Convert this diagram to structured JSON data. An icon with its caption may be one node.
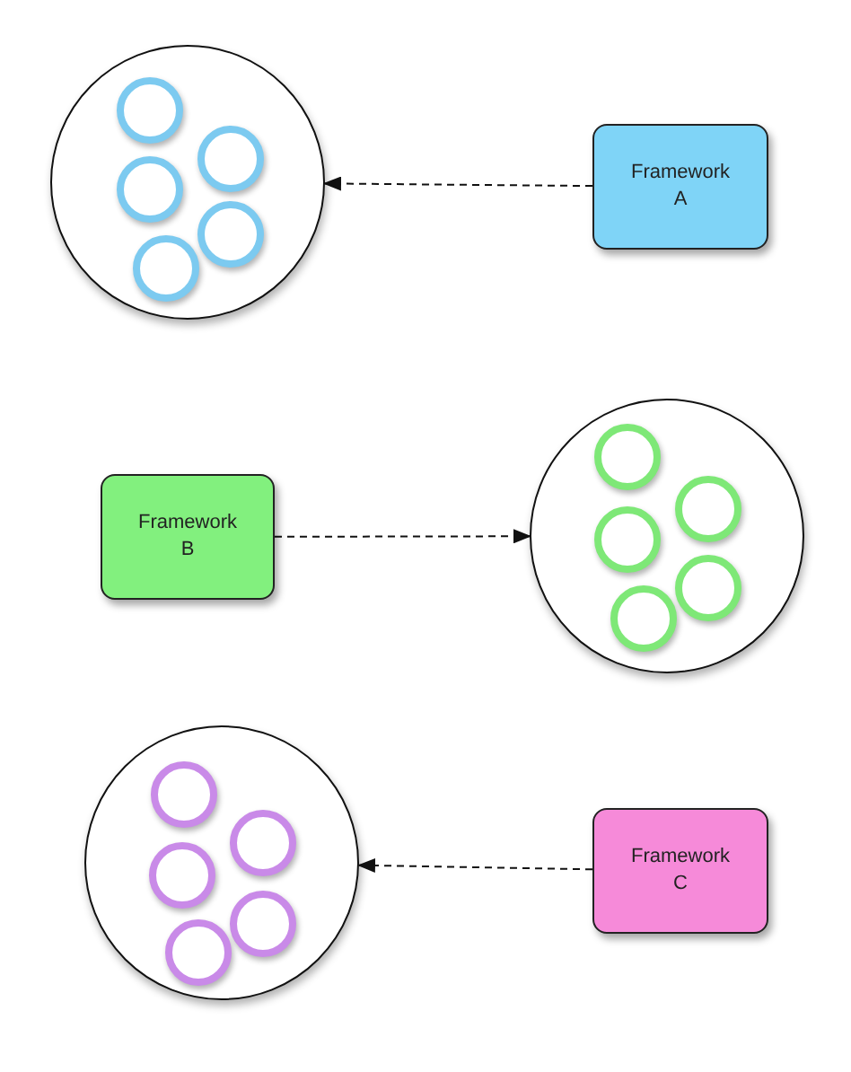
{
  "diagram": {
    "nodes": [
      {
        "text": [],
        "shape": "circle"
      },
      {
        "text": [],
        "shape": "circle",
        "in": 0
      },
      {
        "text": [],
        "shape": "circle",
        "in": 0
      },
      {
        "text": [],
        "shape": "circle",
        "in": 0
      },
      {
        "text": [],
        "shape": "circle",
        "in": 0
      },
      {
        "text": [],
        "shape": "circle",
        "in": 0
      },
      {
        "text": [
          "Framework A"
        ]
      },
      {
        "text": [
          "Framework B"
        ]
      },
      {
        "text": [],
        "shape": "circle"
      },
      {
        "text": [],
        "shape": "circle",
        "in": 8
      },
      {
        "text": [],
        "shape": "circle",
        "in": 8
      },
      {
        "text": [],
        "shape": "circle",
        "in": 8
      },
      {
        "text": [],
        "shape": "circle",
        "in": 8
      },
      {
        "text": [],
        "shape": "circle",
        "in": 8
      },
      {
        "text": [],
        "shape": "circle"
      },
      {
        "text": [],
        "shape": "circle",
        "in": 14
      },
      {
        "text": [],
        "shape": "circle",
        "in": 14
      },
      {
        "text": [],
        "shape": "circle",
        "in": 14
      },
      {
        "text": [],
        "shape": "circle",
        "in": 14
      },
      {
        "text": [],
        "shape": "circle",
        "in": 14
      },
      {
        "text": [
          "Framework C"
        ]
      }
    ],
    "edges": [
      {
        "from": 6,
        "to": 0,
        "arrow": "to",
        "style": "dashed"
      },
      {
        "from": 7,
        "to": 8,
        "arrow": "to",
        "style": "dashed"
      },
      {
        "from": 20,
        "to": 14,
        "arrow": "to",
        "style": "dashed"
      }
    ]
  }
}
